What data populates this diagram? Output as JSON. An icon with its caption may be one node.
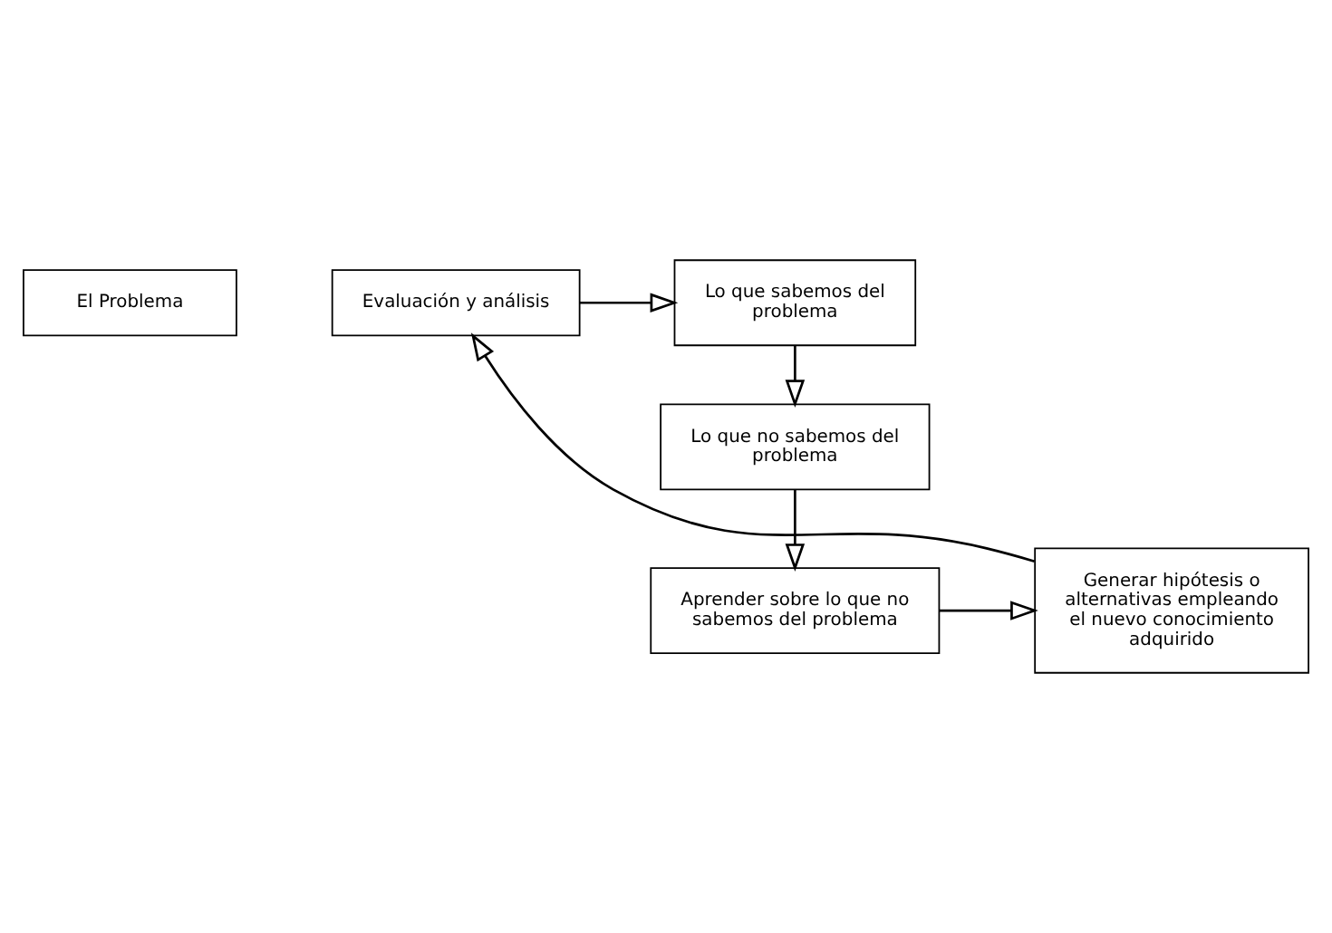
{
  "diagram": {
    "nodes": [
      {
        "text": [
          "El Problema"
        ]
      },
      {
        "text": [
          "Lo que sabemos del problema"
        ]
      },
      {
        "text": [
          "Lo que no sabemos del problema"
        ]
      },
      {
        "text": [
          "Aprender sobre lo que no sabemos del problema"
        ]
      },
      {
        "text": [
          "Generar hipótesis o alternativas empleando el nuevo conocimiento adquirido"
        ]
      },
      {
        "text": [
          "Evaluación y análisis"
        ]
      }
    ],
    "edges": [
      {
        "from": 1,
        "to": 2,
        "arrow": "to"
      },
      {
        "from": 2,
        "to": 3,
        "arrow": "to"
      },
      {
        "from": 3,
        "to": 4,
        "arrow": "to"
      },
      {
        "from": 4,
        "to": 5,
        "arrow": "to"
      },
      {
        "from": 5,
        "to": 1,
        "arrow": "to"
      }
    ]
  }
}
